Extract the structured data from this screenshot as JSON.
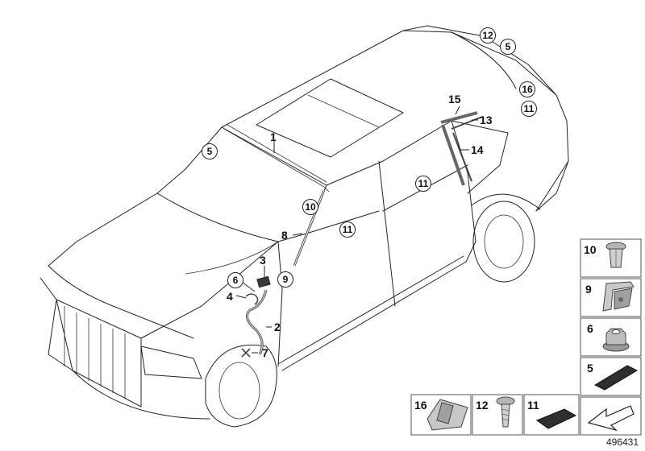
{
  "diagram_id": "496431",
  "car_labels": {
    "c12_top": "12",
    "c5_top": "5",
    "c16": "16",
    "c11_rear": "11",
    "c5_windshield": "5",
    "c10": "10",
    "c11_front_door": "11",
    "c11_rear_door": "11",
    "c9": "9",
    "c6": "6",
    "l1": "1",
    "l2": "2",
    "l3": "3",
    "l4": "4",
    "l7": "7",
    "l8": "8",
    "l13": "13",
    "l14": "14",
    "l15": "15"
  },
  "panels": {
    "p10": "10",
    "p9": "9",
    "p6": "6",
    "p5": "5",
    "p16": "16",
    "p12": "12",
    "p11": "11"
  }
}
